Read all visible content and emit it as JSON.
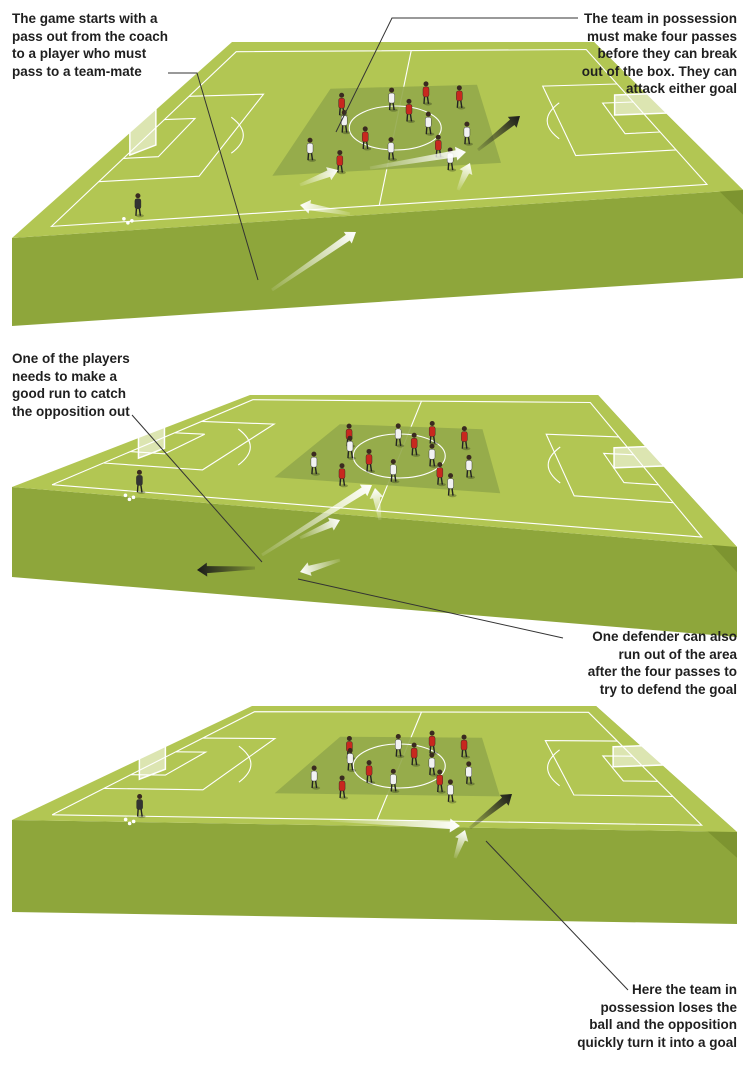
{
  "colors": {
    "pitch_top": "#b2c653",
    "pitch_front": "#8ea63b",
    "pitch_side": "#7d9430",
    "square": "#92a84a",
    "line": "#ffffff",
    "red_team": "#c8281e",
    "white_team": "#f2f2f2",
    "coach": "#333333",
    "arrow_dark": "#1a1a1a",
    "leader_line": "#333333"
  },
  "icons": [
    "goal-icon",
    "player-icon",
    "coach-icon",
    "pass-arrow-icon",
    "dribble-arrow-icon",
    "cone-icon",
    "ball-icon"
  ],
  "callouts": {
    "c1": {
      "lines": [
        "The game starts with a",
        "pass out from the coach",
        "to a player who must",
        "pass to a team-mate"
      ]
    },
    "c2": {
      "lines": [
        "The team in possession",
        "must make four passes",
        "before they can break",
        "out of the box. They can",
        "attack either goal"
      ]
    },
    "c3": {
      "lines": [
        "One of the players",
        "needs to make a",
        "good run to catch",
        "the opposition out"
      ]
    },
    "c4": {
      "lines": [
        "One defender can also",
        "run out of the area",
        "after the four passes to",
        "try to defend the goal"
      ]
    },
    "c5": {
      "lines": [
        "Here the team in",
        "possession loses the",
        "ball and the opposition",
        "quickly turn it into a goal"
      ]
    }
  }
}
